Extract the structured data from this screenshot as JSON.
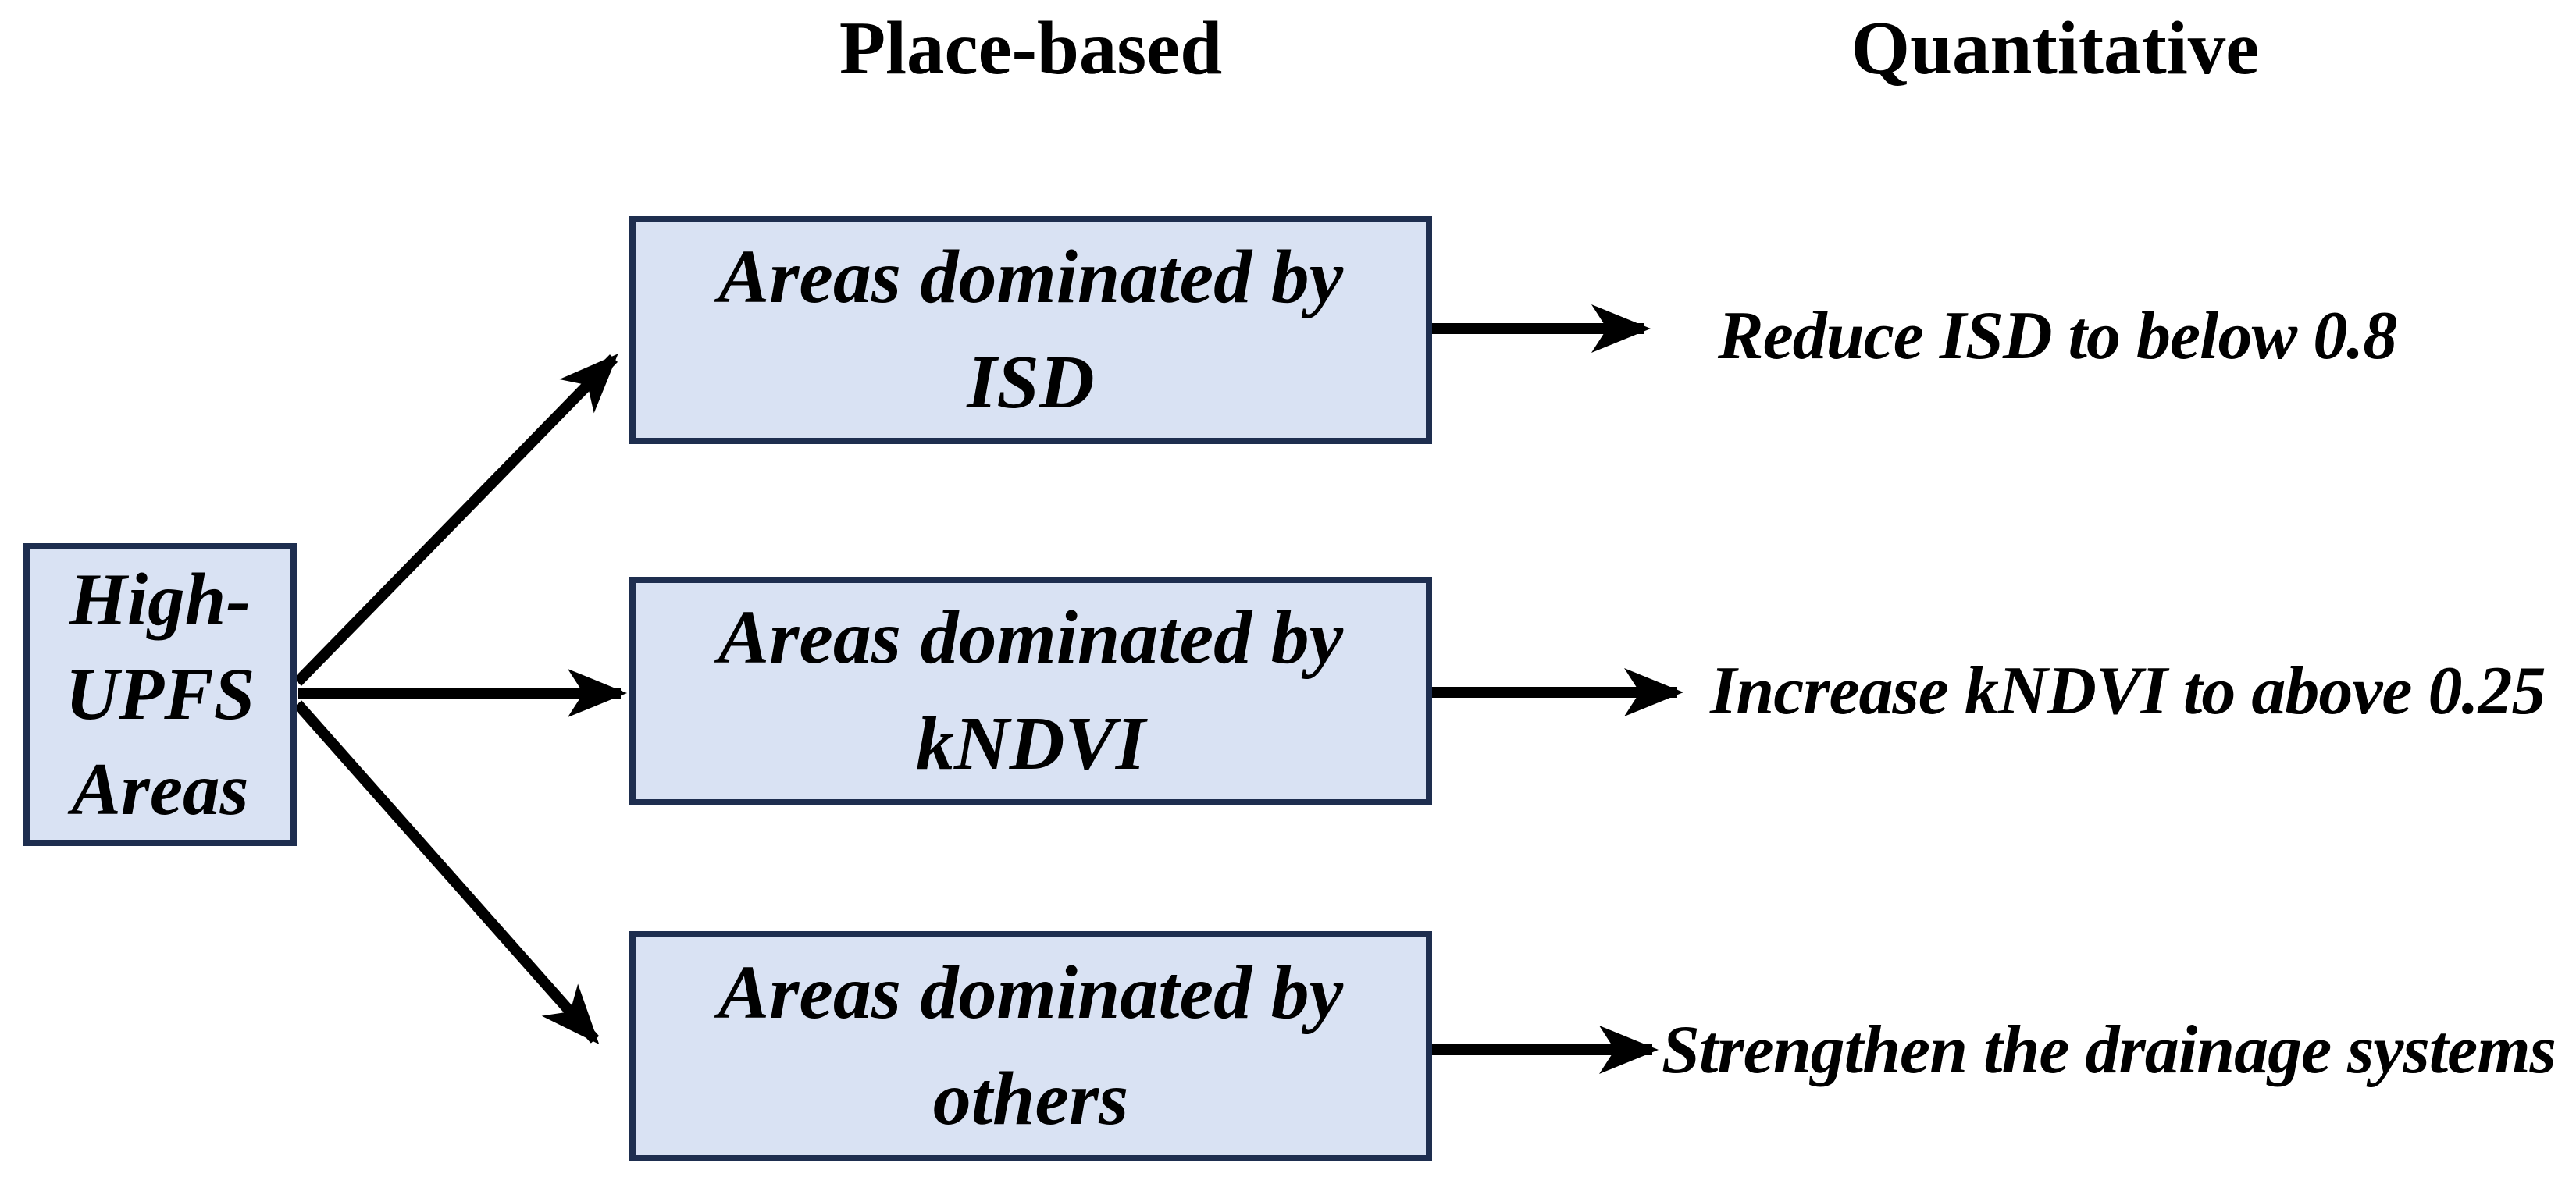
{
  "headers": {
    "place_based": "Place-based",
    "quantitative": "Quantitative"
  },
  "source_box": {
    "lines": [
      "High-",
      "UPFS",
      "Areas"
    ]
  },
  "category_boxes": [
    {
      "line1": "Areas dominated by",
      "line2": "ISD"
    },
    {
      "line1": "Areas dominated by",
      "line2": "kNDVI"
    },
    {
      "line1": "Areas dominated by",
      "line2": "others"
    }
  ],
  "actions": [
    "Reduce ISD to below 0.8",
    "Increase kNDVI to above 0.25",
    "Strengthen the drainage systems"
  ],
  "colors": {
    "box_fill": "#d9e2f3",
    "box_border": "#1e2e4f",
    "arrow": "#000000",
    "text": "#000000",
    "background": "#ffffff"
  }
}
